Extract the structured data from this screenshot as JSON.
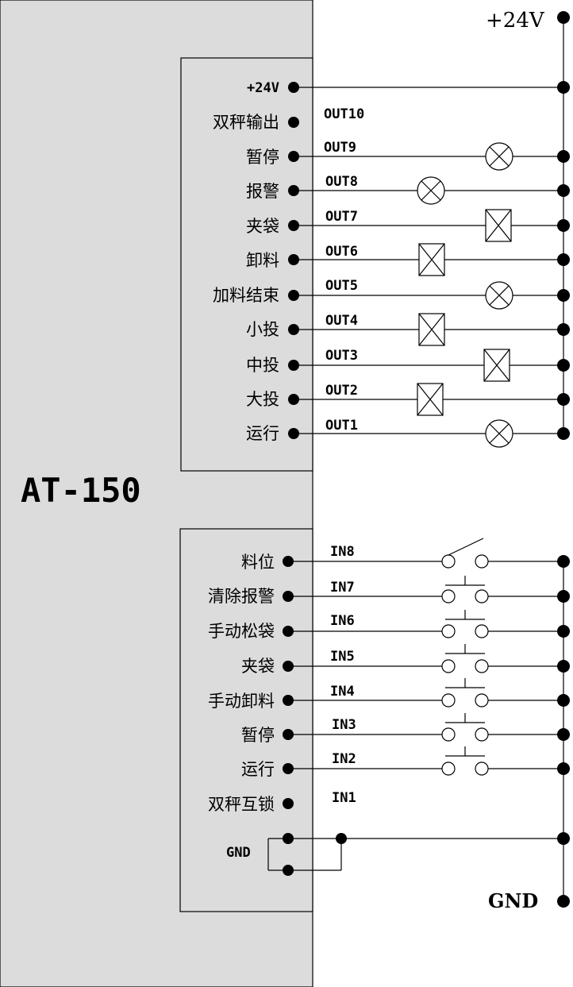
{
  "device": {
    "model": "AT-150"
  },
  "power": {
    "plus24v": "+24V",
    "gnd": "GND"
  },
  "outputs": {
    "supply_label": "+24V",
    "terminals": [
      {
        "name": "双秤输出",
        "port": "OUT10",
        "load": "none"
      },
      {
        "name": "暂停",
        "port": "OUT9",
        "load": "lamp"
      },
      {
        "name": "报警",
        "port": "OUT8",
        "load": "lamp"
      },
      {
        "name": "夹袋",
        "port": "OUT7",
        "load": "relay"
      },
      {
        "name": "卸料",
        "port": "OUT6",
        "load": "relay"
      },
      {
        "name": "加料结束",
        "port": "OUT5",
        "load": "lamp"
      },
      {
        "name": "小投",
        "port": "OUT4",
        "load": "relay"
      },
      {
        "name": "中投",
        "port": "OUT3",
        "load": "relay"
      },
      {
        "name": "大投",
        "port": "OUT2",
        "load": "relay"
      },
      {
        "name": "运行",
        "port": "OUT1",
        "load": "lamp"
      }
    ]
  },
  "inputs": {
    "gnd_label": "GND",
    "terminals": [
      {
        "name": "料位",
        "port": "IN8",
        "switch": "toggle"
      },
      {
        "name": "清除报警",
        "port": "IN7",
        "switch": "pushbutton"
      },
      {
        "name": "手动松袋",
        "port": "IN6",
        "switch": "pushbutton"
      },
      {
        "name": "夹袋",
        "port": "IN5",
        "switch": "pushbutton"
      },
      {
        "name": "手动卸料",
        "port": "IN4",
        "switch": "pushbutton"
      },
      {
        "name": "暂停",
        "port": "IN3",
        "switch": "pushbutton"
      },
      {
        "name": "运行",
        "port": "IN2",
        "switch": "pushbutton"
      },
      {
        "name": "双秤互锁",
        "port": "IN1",
        "switch": "none"
      }
    ]
  }
}
